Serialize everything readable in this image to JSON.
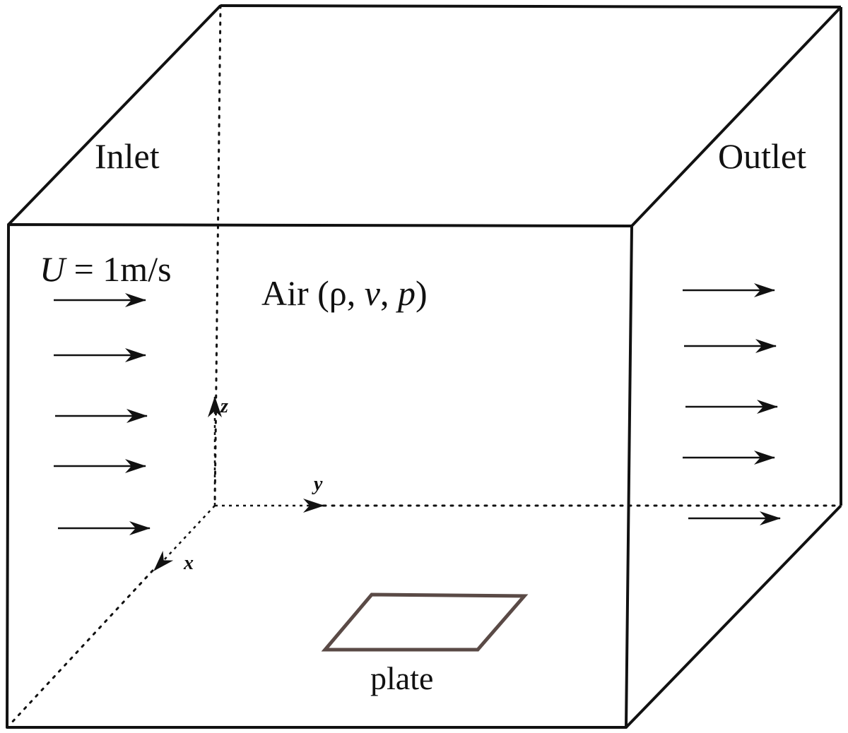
{
  "labels": {
    "inlet": "Inlet",
    "outlet": "Outlet",
    "velocity_symbol": "U",
    "velocity_value": " = 1m/s",
    "air_prefix": "Air (ρ, ",
    "air_nu": "ν",
    "air_sep": ", ",
    "air_p": "p",
    "air_suffix": ")",
    "plate": "plate",
    "axis_x": "x",
    "axis_y": "y",
    "axis_z": "z"
  },
  "colors": {
    "line": "#111111",
    "plate_edge": "#5a4a46",
    "background": "#ffffff"
  }
}
